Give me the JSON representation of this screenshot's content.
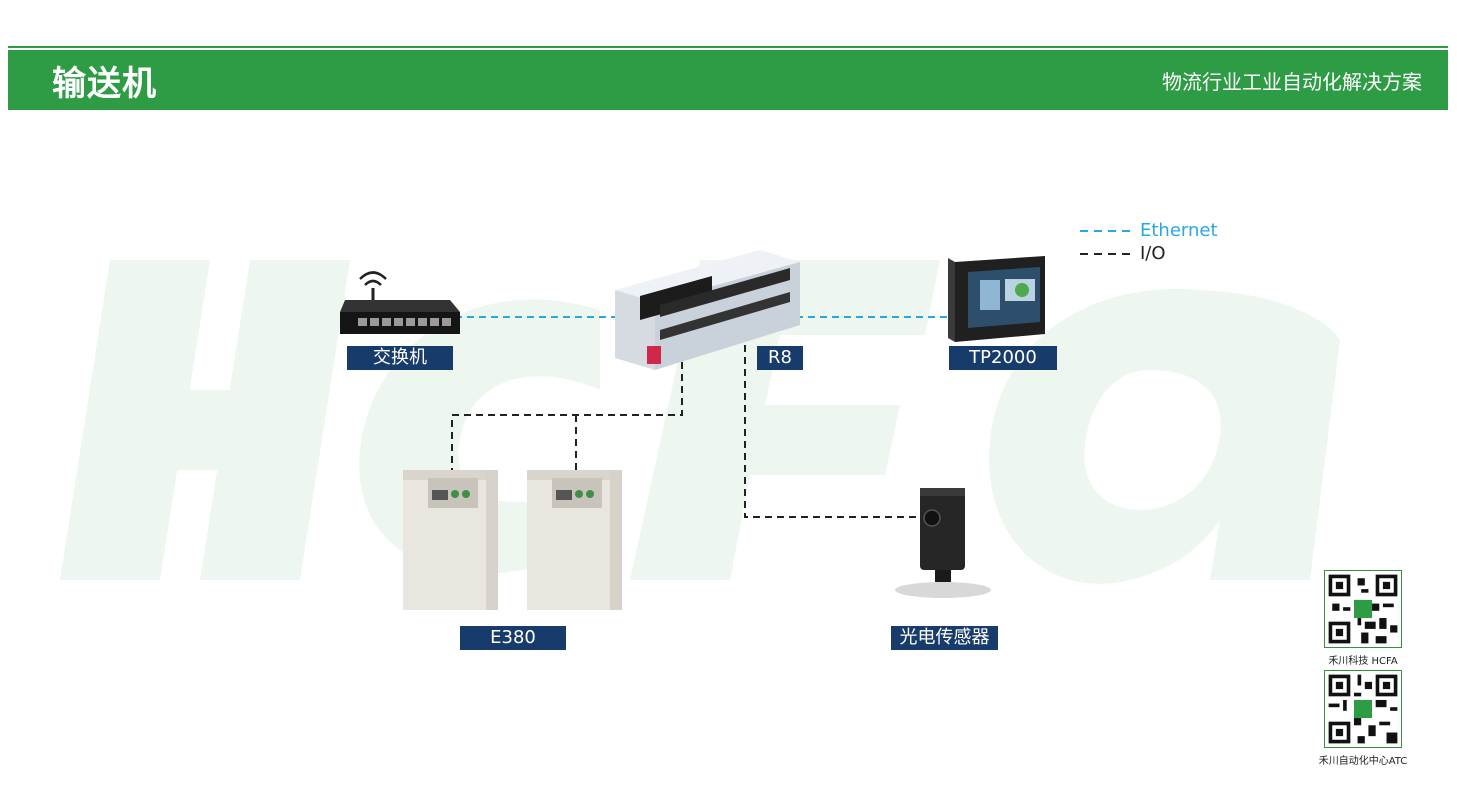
{
  "header": {
    "title": "输送机",
    "subtitle": "物流行业工业自动化解决方案"
  },
  "legend": {
    "ethernet_label": "Ethernet",
    "io_label": "I/O",
    "ethernet_color": "#29a8df",
    "io_color": "#222222"
  },
  "devices": {
    "switch_label": "交换机",
    "plc_label": "R8",
    "hmi_label": "TP2000",
    "inverter_label": "E380",
    "sensor_label": "光电传感器"
  },
  "qr": {
    "caption_1": "禾川科技 HCFA",
    "caption_2": "禾川自动化中心ATC"
  },
  "colors": {
    "brand_green": "#2e9b45",
    "label_navy": "#173c6b"
  }
}
